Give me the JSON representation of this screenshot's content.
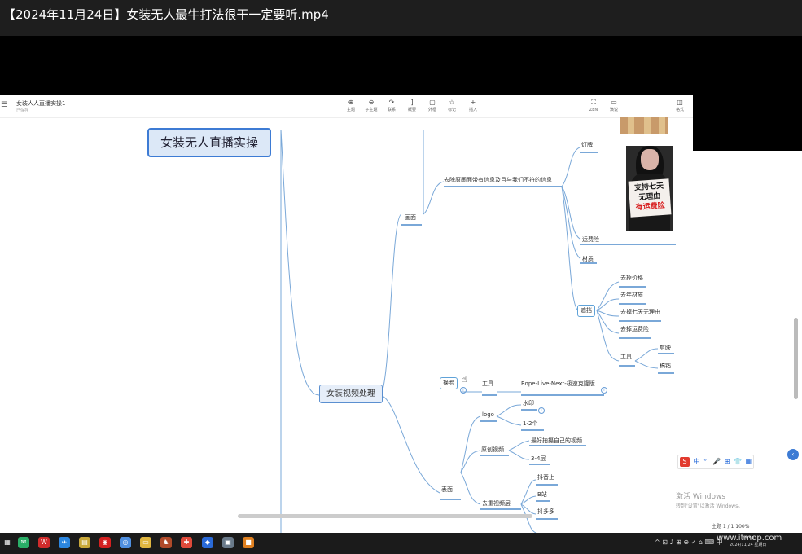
{
  "player": {
    "title": "【2024年11月24日】女装无人最牛打法很干一定要听.mp4"
  },
  "doc": {
    "title": "女装人人直播实操1",
    "subtitle": "已保存"
  },
  "toolbar": {
    "tools": [
      {
        "icon": "add-theme-icon",
        "glyph": "⊕",
        "label": "主题"
      },
      {
        "icon": "add-subtheme-icon",
        "glyph": "⊖",
        "label": "子主题"
      },
      {
        "icon": "link-icon",
        "glyph": "↷",
        "label": "联系"
      },
      {
        "icon": "summary-icon",
        "glyph": "]",
        "label": "概要"
      },
      {
        "icon": "frame-icon",
        "glyph": "▢",
        "label": "外框"
      },
      {
        "icon": "mark-icon",
        "glyph": "☆",
        "label": "标记"
      },
      {
        "icon": "insert-icon",
        "glyph": "+",
        "label": "插入"
      }
    ],
    "right_tools": [
      {
        "icon": "zen-icon",
        "glyph": "⛶",
        "label": "ZEN"
      },
      {
        "icon": "present-icon",
        "glyph": "▭",
        "label": "演说"
      },
      {
        "icon": "format-icon",
        "glyph": "◫",
        "label": "格式"
      }
    ]
  },
  "mindmap": {
    "central": "女装无人直播实操",
    "branch": "女装视频处理",
    "nodes": {
      "huamian": "画面",
      "remove_info": "去除原画面带有信息及且与我们不符的信息",
      "light": "灯牌",
      "shipping": "运费险",
      "material": "材质",
      "mask": "遮挡",
      "remove_price": "去掉价格",
      "remove_year": "去年材质",
      "remove_seven": "去掉七天无理由",
      "remove_ship": "去掉运费险",
      "tool": "工具",
      "jianying": "剪映",
      "xinghuo": "稿钻",
      "transfer": "换脸",
      "tool2": "工具",
      "rope": "Rope-Live-Next-极速克隆版",
      "logo": "logo",
      "watermark": "水印",
      "count": "1-2个",
      "surface": "表面",
      "original": "原创视频",
      "best": "最好拍摄自己的视频",
      "three_four": "3-4层",
      "change_layer": "去重视频层",
      "douyin": "抖音上",
      "bilibili": "B站",
      "pdd": "抖多多"
    },
    "photo_sign": {
      "line1": "支持七天",
      "line2": "无理由",
      "line3": "有运费险"
    }
  },
  "ime": {
    "items": [
      "中",
      "°,",
      "🎤",
      "⊞",
      "👕",
      "▦"
    ]
  },
  "activation": {
    "line1": "激活 Windows",
    "line2": "转到\"设置\"以激活 Windows。"
  },
  "status": {
    "zoom": "主题 1 / 1   100%"
  },
  "taskbar": {
    "time": "23:59",
    "date": "2024/11/24 星期日",
    "watermark": "www.itmop.com",
    "icons": [
      "windows-icon",
      "wechat-icon",
      "wps-icon",
      "feishu-icon",
      "note-icon",
      "netease-icon",
      "browser-icon",
      "folder-icon",
      "game-icon",
      "xmind-icon",
      "app-icon",
      "app2-icon",
      "app3-icon"
    ]
  },
  "colors": {
    "line": "#7aa8d8",
    "central_border": "#3d7bd4",
    "central_fill": "#dce8f7"
  }
}
